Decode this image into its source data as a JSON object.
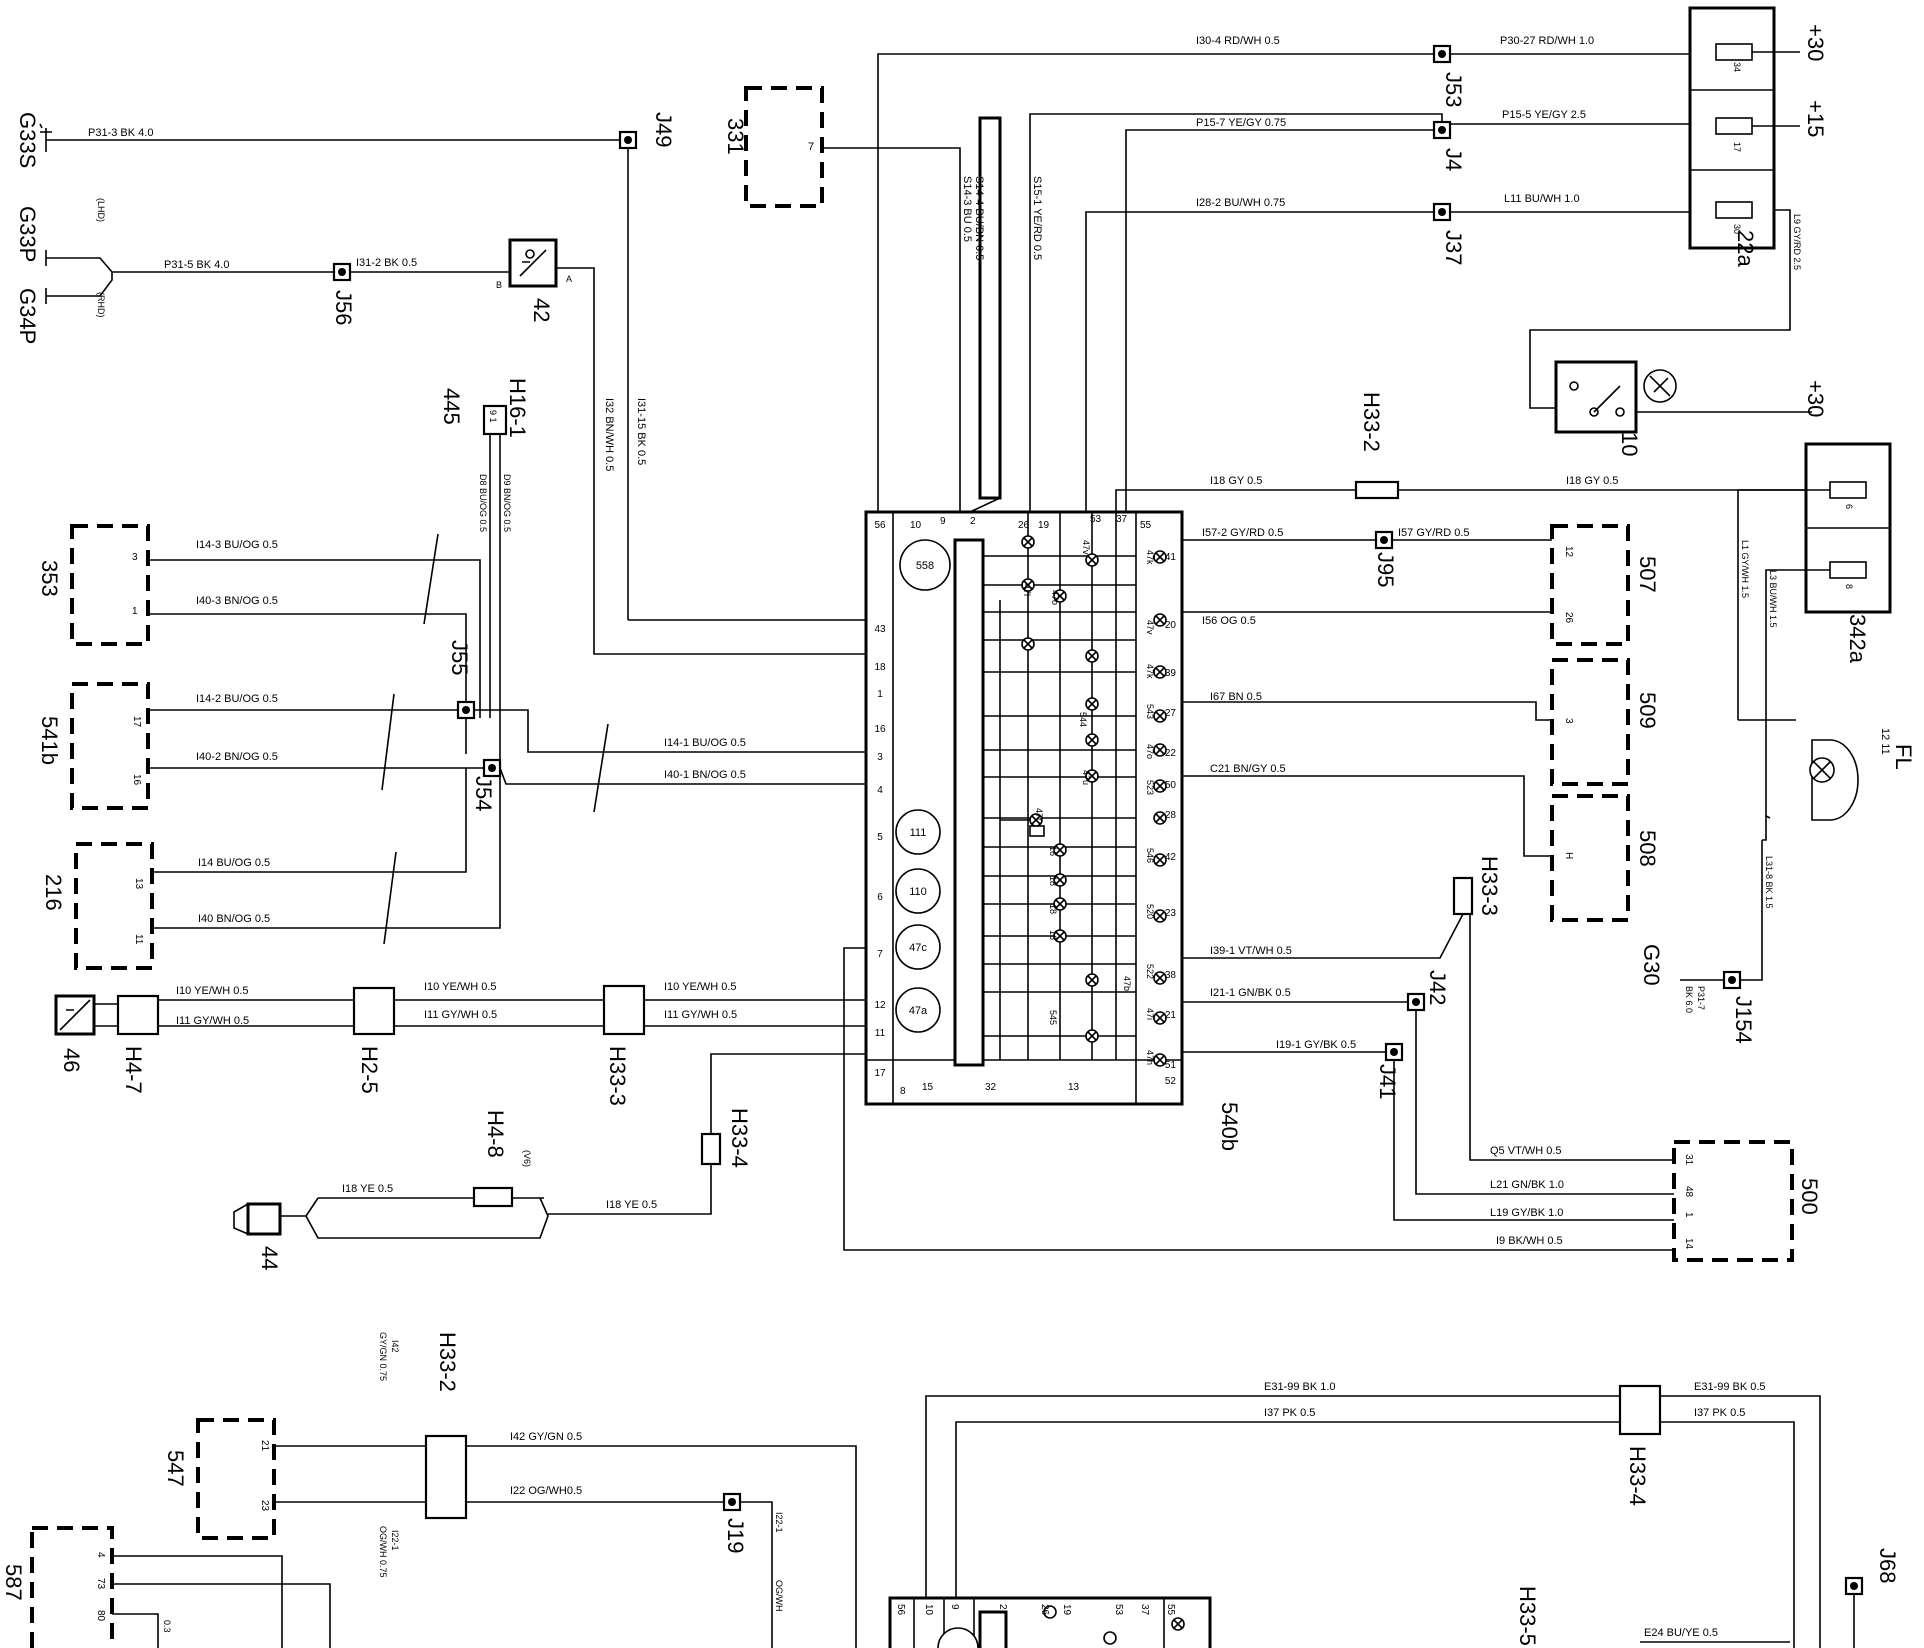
{
  "center_unit": {
    "label": "540b",
    "left_pins": [
      "56",
      "43",
      "18",
      "1",
      "16",
      "3",
      "4",
      "5",
      "6",
      "7",
      "12",
      "11",
      "17"
    ],
    "top_pins": [
      "10",
      "9",
      "2",
      "26",
      "19",
      "53",
      "37",
      "55"
    ],
    "right_pins": [
      "41",
      "20",
      "39",
      "27",
      "22",
      "50",
      "28",
      "42",
      "23",
      "38",
      "21",
      "51",
      "52"
    ],
    "bottom_pins": [
      "8",
      "15",
      "32",
      "13"
    ],
    "lamps": [
      "558",
      "111",
      "110",
      "47c",
      "47a"
    ],
    "lamp_codes": [
      "47v",
      "47k",
      "47l",
      "47v",
      "47k",
      "47o",
      "544",
      "543",
      "47o",
      "47u",
      "523",
      "546",
      "520",
      "522",
      "47b",
      "47i",
      "47t",
      "16",
      "18",
      "18",
      "16",
      "545",
      "47h",
      "47a",
      "47k",
      "47l",
      "47v"
    ]
  },
  "grounds": {
    "g33s": "G33S",
    "g33p": "G33P",
    "g34p": "G34P",
    "lhd": "(LHD)",
    "rhd": "(RHD)",
    "g30": "G30"
  },
  "junctions": {
    "j49": "J49",
    "j56": "J56",
    "j53": "J53",
    "j4": "J4",
    "j37": "J37",
    "j55": "J55",
    "j54": "J54",
    "j95": "J95",
    "j42": "J42",
    "j41": "J41",
    "j154": "J154",
    "j19": "J19",
    "j68": "J68"
  },
  "components": {
    "c331": "331",
    "c331_pin": "7",
    "c42": "42",
    "c42_pin_b": "B",
    "c42_pin_a": "A",
    "c445": "445",
    "c445_pins": "9  1",
    "c353": "353",
    "c353_pin3": "3",
    "c353_pin1": "1",
    "c541b": "541b",
    "c541b_pin17": "17",
    "c541b_pin16": "16",
    "c216": "216",
    "c216_pin13": "13",
    "c216_pin11": "11",
    "c46": "46",
    "c44": "44",
    "c507": "507",
    "c507_pin12": "12",
    "c507_pin26": "26",
    "c509": "509",
    "c509_pin3": "3",
    "c508": "508",
    "c508_pinH": "H",
    "c500": "500",
    "c500_pins": [
      "31",
      "48",
      "1",
      "14"
    ],
    "c10": "10",
    "c22a": "22a",
    "c342a": "342a",
    "fl": "FL",
    "fl_pins": "12  11",
    "c547": "547",
    "c547_pin21": "21",
    "c547_pin23": "23",
    "c587": "587",
    "c587_pins": [
      "4",
      "73",
      "80"
    ]
  },
  "fuses": {
    "f34": "34",
    "f17": "17",
    "f30": "30",
    "f6": "6",
    "f8": "8"
  },
  "supplies": {
    "s30a": "+30",
    "s15": "+15",
    "s30b": "+30"
  },
  "harness": {
    "h16_1": "H16-1",
    "h33_2": "H33-2",
    "h33_3": "H33-3",
    "h33_3b": "H33-3",
    "h33_4": "H33-4",
    "h33_4b": "H33-4",
    "h33_5": "H33-5",
    "h33_2b": "H33-2",
    "h4_7": "H4-7",
    "h2_5": "H2-5",
    "h4_8": "H4-8",
    "v6": "(V6)"
  },
  "wires": {
    "p31_3": "P31-3  BK 4.0",
    "p31_5": "P31-5   BK  4.0",
    "i31_2": "I31-2    BK  0.5",
    "i30_4": "I30-4     RD/WH   0.5",
    "p30_27": "P30-27  RD/WH  1.0",
    "p15_7": "P15-7   YE/GY   0.75",
    "p15_5": "P15-5   YE/GY   2.5",
    "i28_2": "I28-2    BU/WH   0.75",
    "l11": "L11  BU/WH  1.0",
    "l9": "L9  GY/RD  2.5",
    "s14_4": "S14-4  BU/BN  0.5",
    "s14_3": "S14-3  BU  0.5",
    "s15_1": "S15-1    YE/RD   0.5",
    "i32": "I32    BN/WH  0.5",
    "i31_15": "I31-15      BK  0.5",
    "d8": "D8    BU/OG  0.5",
    "d9": "D9    BN/OG  0.5",
    "i14_3": "I14-3    BU/OG   0.5",
    "i40_3": "I40-3    BN/OG   0.5",
    "i14_2": "I14-2    BU/OG   0.5",
    "i40_2": "I40-2     BN/OG   0.5",
    "i14": "I14    BU/OG    0.5",
    "i40": "I40    BN/OG    0.5",
    "i14_1": "I14-1    BU/OG 0.5",
    "i40_1": "I40-1     BN/OG 0.5",
    "i10a": "I10    YE/WH  0.5",
    "i11a": "I11    GY/WH 0.5",
    "i10b": "I10     YE/WH  0.5",
    "i11b": "I11     GY/WH  0.5",
    "i10c": "I10     YE/WH  0.5",
    "i11c": "I11     GY/WH  0.5",
    "i18a": "I18    GY   0.5",
    "i18b": "I18    GY   0.5",
    "i57_2": "I57-2     GY/RD   0.5",
    "i57": "I57    GY/RD 0.5",
    "i56": "I56    OG 0.5",
    "i67": "I67     BN   0.5",
    "c21": "C21  BN/GY  0.5",
    "i39_1": "I39-1     VT/WH   0.5",
    "i21_1": "I21-1     GN/BK   0.5",
    "i19_1": "I19-1     GY/BK  0.5",
    "q5": "Q5   VT/WH  0.5",
    "l21": "L21    GN/BK  1.0",
    "l19": "L19    GY/BK  1.0",
    "i9": "I9     BK/WH  0.5",
    "i118a": "I18   YE 0.5",
    "i118b": "I18   YE 0.5",
    "l1": "L1    GY/WH  1.5",
    "l3": "L3    BU/WH  1.5",
    "l31_8": "L31-8     BK  1.5",
    "p31_7": "P31-7",
    "p31_7b": "BK 6.0",
    "i42": "I42    GY/GN 0.5",
    "i42v": "I42",
    "i42v2": "GY/GN 0.75",
    "i22": "I22    OG/WH0.5",
    "i22_1v": "I22-1",
    "i22_1v2": "OG/WH 0.75",
    "i22_1r": "I22-1",
    "i22_1r2": "OG/WH",
    "e31_99a": "E31-99          BK     1.0",
    "i37a": "I37      PK       0.5",
    "e31_99b": "E31-99  BK 0.5",
    "i37b": "I37    PK  0.5",
    "e24": "E24  BU/YE   0.5",
    "s587": "0.3"
  }
}
